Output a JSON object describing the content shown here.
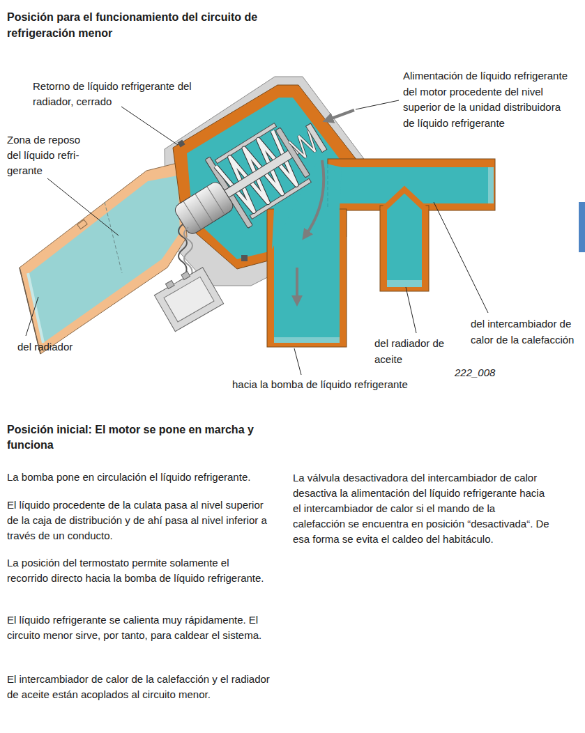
{
  "diagram": {
    "title": "Posición para el funcionamiento del circuito de refrigeración menor",
    "labels": [
      "Retorno de líquido refrigerante del radiador, cerrado",
      "Alimentación de líquido refrigerante del motor procedente del nivel superior de la unidad distribuidora de líquido refrigerante",
      "Zona de reposo del líquido refri- gerante",
      "del radiador",
      "del intercambiador de calor de la calefacción",
      "del radiador de aceite",
      "222_008",
      "hacia la bomba de líquido refrigerante",
      "Posición inicial: El motor se pone en marcha y funciona",
      "La bomba pone en circulación el líquido refrigerante.",
      "El líquido procedente de la culata pasa al nivel superior de la caja de distribución y de ahí pasa al nivel inferior a través de un conducto.",
      "La posición del termostato permite solamente el recorrido directo hacia la bomba de líquido refrigerante.",
      "El líquido refrigerante se calienta muy rápidamente. El circuito menor sirve, por tanto, para caldear el sistema.",
      "El intercambiador de calor de la calefacción y el radiador de aceite están acoplados al circuito menor.",
      "La válvula desactivadora del intercambiador de calor desactiva la alimentación del líquido refrigerante hacia el intercambiador de calor si el mando de la calefacción se encuentra en posición “desactivada“. De esa forma se evita el caldeo del habitáculo."
    ]
  }
}
